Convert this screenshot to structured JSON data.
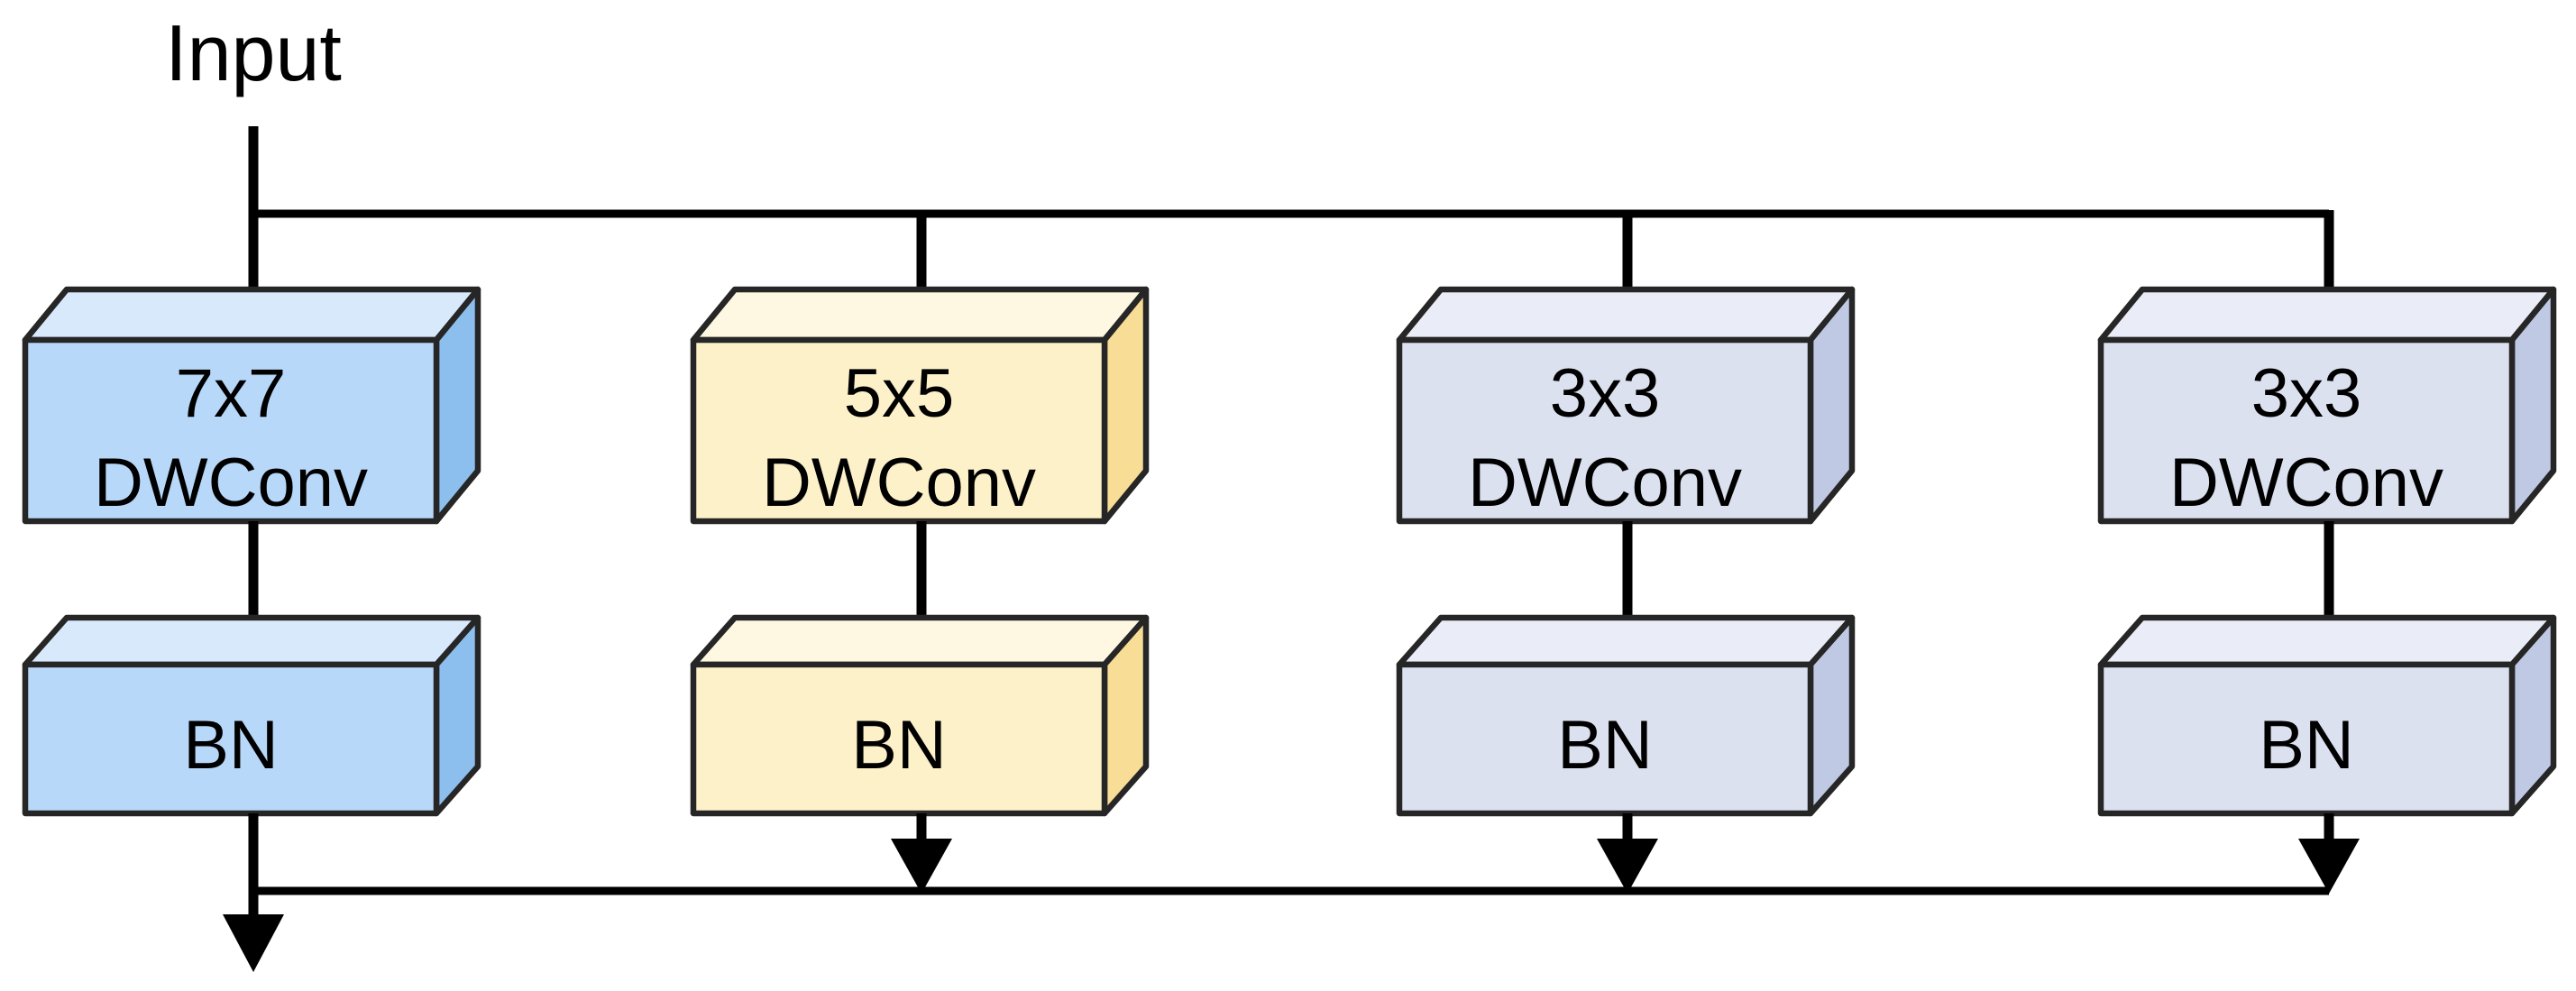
{
  "diagram": {
    "input_label": "Input",
    "background": "#FFFFFF",
    "stroke": {
      "line_color": "#000000",
      "box_border_color": "#262626"
    },
    "branches": [
      {
        "name": "7x7-dwconv-branch",
        "kernel_label": "7x7",
        "conv_label": "DWConv",
        "bn_label": "BN",
        "colors": {
          "front": "#B8D8FA",
          "top": "#D9E9FC",
          "side": "#8DBFEE"
        }
      },
      {
        "name": "5x5-dwconv-branch",
        "kernel_label": "5x5",
        "conv_label": "DWConv",
        "bn_label": "BN",
        "colors": {
          "front": "#FDF1C9",
          "top": "#FEF8E3",
          "side": "#F7DD96"
        }
      },
      {
        "name": "3x3-dwconv-branch-a",
        "kernel_label": "3x3",
        "conv_label": "DWConv",
        "bn_label": "BN",
        "colors": {
          "front": "#DCE1F0",
          "top": "#EAEDF7",
          "side": "#BFC9E3"
        }
      },
      {
        "name": "3x3-dwconv-branch-b",
        "kernel_label": "3x3",
        "conv_label": "DWConv",
        "bn_label": "BN",
        "colors": {
          "front": "#DCE1F0",
          "top": "#EAEDF7",
          "side": "#BFC9E3"
        }
      }
    ]
  }
}
